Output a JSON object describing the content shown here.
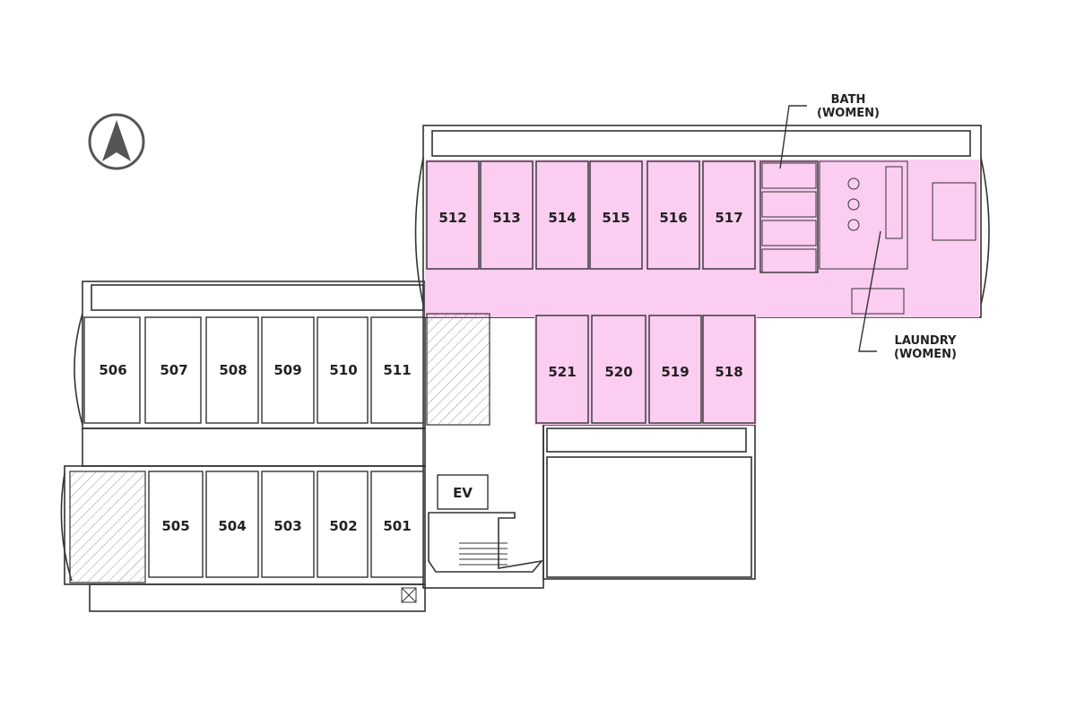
{
  "floor_plan": {
    "highlight_color": "#fbcdf0",
    "room_fill": "#ffffff",
    "line_color": "#333333",
    "rooms": {
      "r501": "501",
      "r502": "502",
      "r503": "503",
      "r504": "504",
      "r505": "505",
      "r506": "506",
      "r507": "507",
      "r508": "508",
      "r509": "509",
      "r510": "510",
      "r511": "511",
      "r512": "512",
      "r513": "513",
      "r514": "514",
      "r515": "515",
      "r516": "516",
      "r517": "517",
      "r518": "518",
      "r519": "519",
      "r520": "520",
      "r521": "521"
    },
    "elevator": "EV",
    "bath": {
      "line1": "BATH",
      "line2": "(WOMEN)"
    },
    "laundry": {
      "line1": "LAUNDRY",
      "line2": "(WOMEN)"
    },
    "north_arrow_icon": "north-arrow-icon"
  }
}
